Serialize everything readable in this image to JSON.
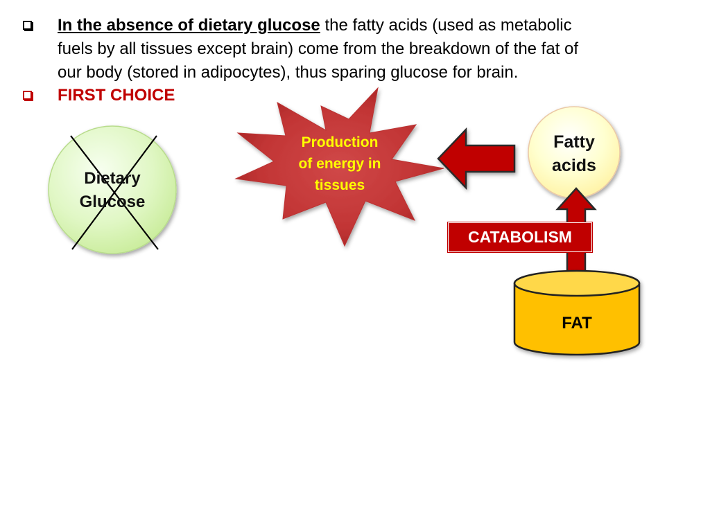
{
  "slide": {
    "bullets": [
      {
        "lead": "In the absence of dietary glucose",
        "text_line1": " the fatty acids (used as metabolic",
        "text_line2": "fuels by all tissues except brain) come from the breakdown of the fat of",
        "text_line3": "our body (stored in adipocytes), thus sparing glucose for brain."
      },
      {
        "text": "FIRST CHOICE"
      }
    ]
  },
  "diagram": {
    "glucose": {
      "line1": "Dietary",
      "line2": "Glucose",
      "crossed_out": true
    },
    "production": {
      "line1": "Production",
      "line2": "of energy in",
      "line3": "tissues"
    },
    "fatty_acids": {
      "line1": "Fatty",
      "line2": "acids"
    },
    "catabolism": "CATABOLISM",
    "fat": "FAT"
  },
  "colors": {
    "accent_red": "#c00000",
    "starburst_label": "#ffff00",
    "fat_cylinder": "#ffc000",
    "glucose_circle": "#dcf5b8",
    "fatty_acids_circle": "#ffffc0"
  }
}
